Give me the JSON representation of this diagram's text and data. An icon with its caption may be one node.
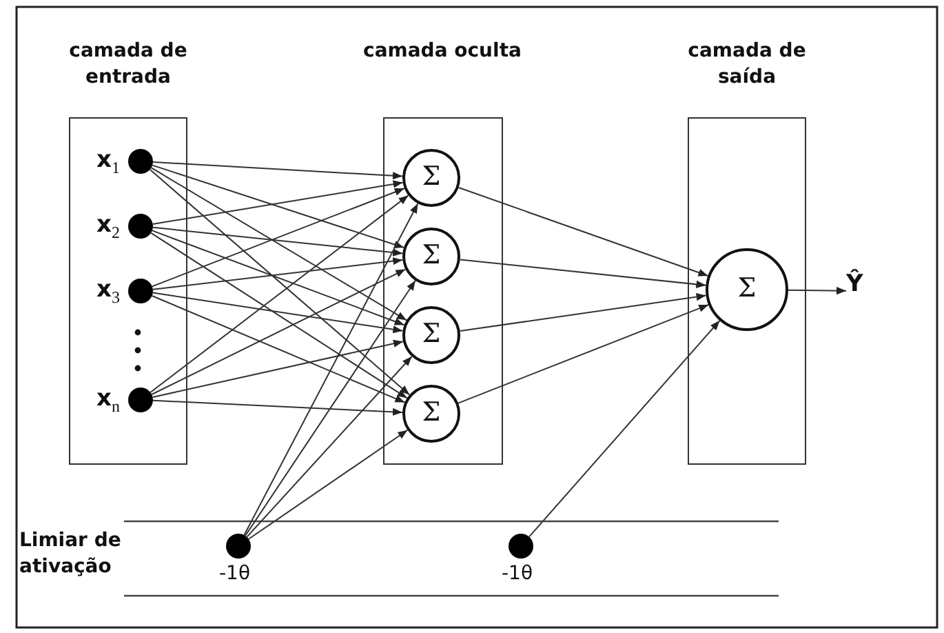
{
  "diagram": {
    "nodes": [
      {
        "text": [
          "camada de entrada"
        ]
      },
      {
        "text": [
          "camada oculta"
        ]
      },
      {
        "text": [
          "camada de saída"
        ]
      },
      {
        "text": [],
        "shape": "circle",
        "in": 0,
        "beside": [
          "x$_{1}$"
        ]
      },
      {
        "text": [],
        "shape": "circle",
        "in": 0,
        "beside": [
          "x$_{2}$"
        ]
      },
      {
        "text": [],
        "shape": "circle",
        "in": 0,
        "beside": [
          "x$_{3}$"
        ]
      },
      {
        "text": [],
        "shape": "circle",
        "in": 0,
        "beside": [
          "x$_{n}$"
        ]
      },
      {
        "text": [
          "Σ"
        ],
        "in": 1
      },
      {
        "text": [
          "Σ"
        ],
        "in": 1
      },
      {
        "text": [
          "Σ"
        ],
        "in": 1
      },
      {
        "text": [
          "Σ"
        ],
        "in": 1
      },
      {
        "text": [
          "Σ"
        ],
        "in": 2
      },
      {
        "text": [
          "Ŷ"
        ]
      },
      {
        "text": [],
        "shape": "circle",
        "beside": [
          "-1θ"
        ]
      },
      {
        "text": [],
        "shape": "circle",
        "beside": [
          "-1θ"
        ]
      }
    ],
    "edges": [
      {
        "from": 3,
        "to": 7,
        "arrow": "to"
      },
      {
        "from": 3,
        "to": 8,
        "arrow": "to"
      },
      {
        "from": 3,
        "to": 9,
        "arrow": "to"
      },
      {
        "from": 3,
        "to": 10,
        "arrow": "to"
      },
      {
        "from": 4,
        "to": 7,
        "arrow": "to"
      },
      {
        "from": 4,
        "to": 8,
        "arrow": "to"
      },
      {
        "from": 4,
        "to": 9,
        "arrow": "to"
      },
      {
        "from": 4,
        "to": 10,
        "arrow": "to"
      },
      {
        "from": 5,
        "to": 7,
        "arrow": "to"
      },
      {
        "from": 5,
        "to": 8,
        "arrow": "to"
      },
      {
        "from": 5,
        "to": 9,
        "arrow": "to"
      },
      {
        "from": 5,
        "to": 10,
        "arrow": "to"
      },
      {
        "from": 6,
        "to": 7,
        "arrow": "to"
      },
      {
        "from": 6,
        "to": 8,
        "arrow": "to"
      },
      {
        "from": 6,
        "to": 9,
        "arrow": "to"
      },
      {
        "from": 6,
        "to": 10,
        "arrow": "to"
      },
      {
        "from": 13,
        "to": 7,
        "arrow": "to"
      },
      {
        "from": 13,
        "to": 8,
        "arrow": "to"
      },
      {
        "from": 13,
        "to": 9,
        "arrow": "to"
      },
      {
        "from": 13,
        "to": 10,
        "arrow": "to"
      },
      {
        "from": 7,
        "to": 11,
        "arrow": "to"
      },
      {
        "from": 8,
        "to": 11,
        "arrow": "to"
      },
      {
        "from": 9,
        "to": 11,
        "arrow": "to"
      },
      {
        "from": 10,
        "to": 11,
        "arrow": "to"
      },
      {
        "from": 14,
        "to": 11,
        "arrow": "to"
      },
      {
        "from": 11,
        "to": 12,
        "arrow": "to"
      }
    ],
    "labels": [
      "Limiar de ativação"
    ]
  }
}
